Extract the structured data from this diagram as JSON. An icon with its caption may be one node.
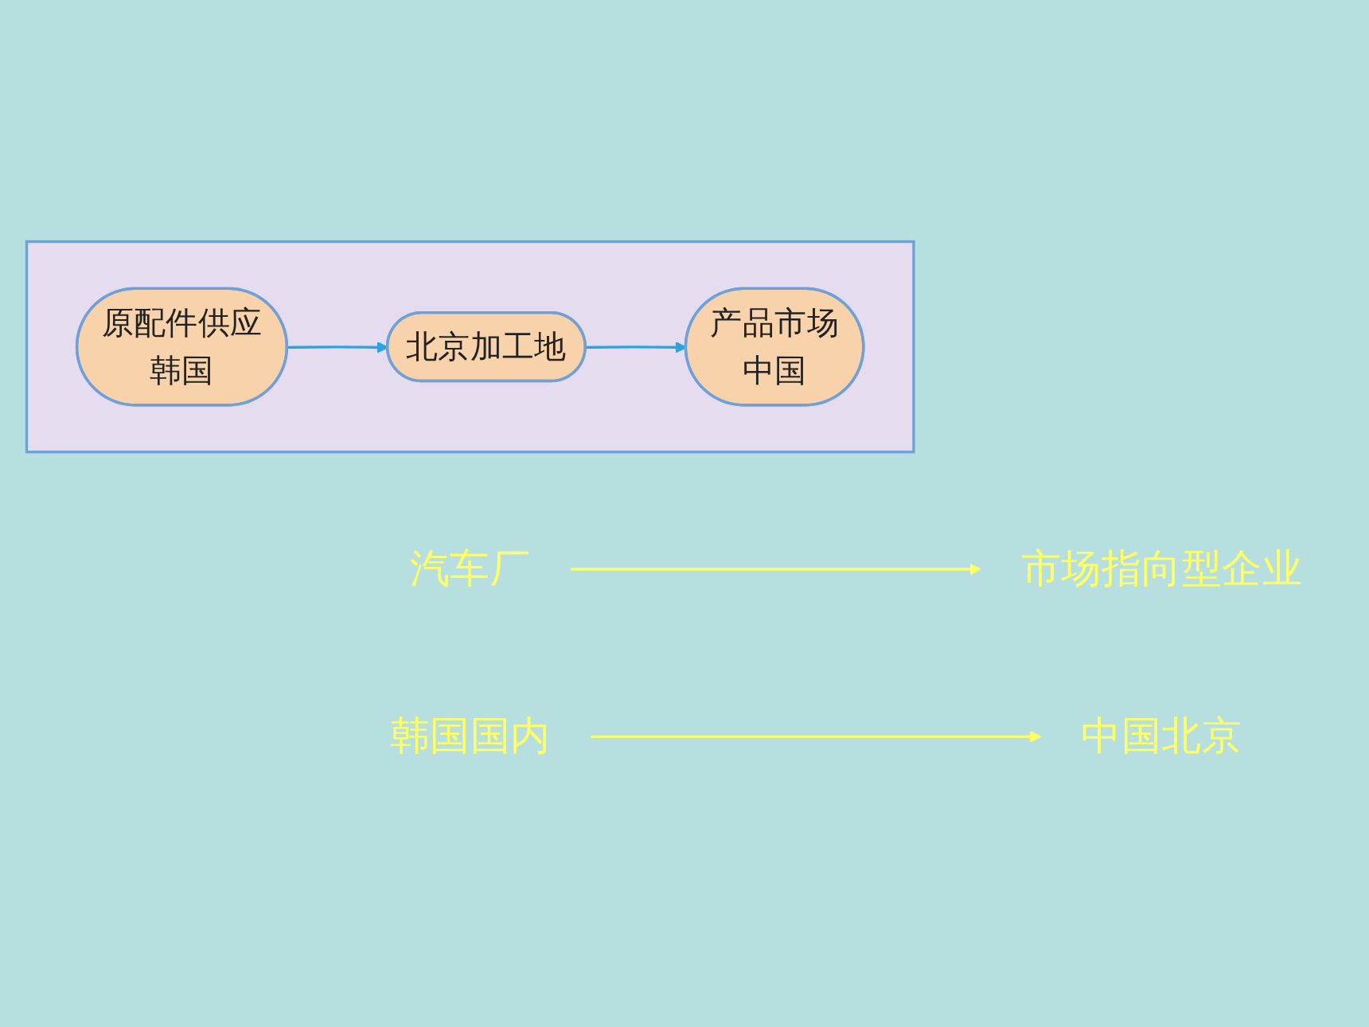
{
  "diagram": {
    "nodes": [
      {
        "text": [
          "汽车厂"
        ]
      },
      {
        "text": [
          "市场指向型企业"
        ]
      },
      {
        "text": [],
        "shape": "box"
      },
      {
        "text": [
          "原配件供应",
          "韩国"
        ],
        "in": 2
      },
      {
        "text": [
          "产品市场",
          "中国"
        ],
        "in": 2
      },
      {
        "text": [
          "北京加工地"
        ],
        "in": 2
      },
      {
        "text": [
          "韩国国内"
        ]
      },
      {
        "text": [
          "中国北京"
        ]
      }
    ],
    "edges": [
      {
        "from": 0,
        "to": 1,
        "arrow": "to",
        "color": "#ffff66"
      },
      {
        "from": 3,
        "to": 5,
        "arrow": "to",
        "color": "#2aa4e0"
      },
      {
        "from": 5,
        "to": 4,
        "arrow": "to",
        "color": "#2aa4e0"
      },
      {
        "from": 6,
        "to": 7,
        "arrow": "to",
        "color": "#ffff66"
      }
    ]
  }
}
